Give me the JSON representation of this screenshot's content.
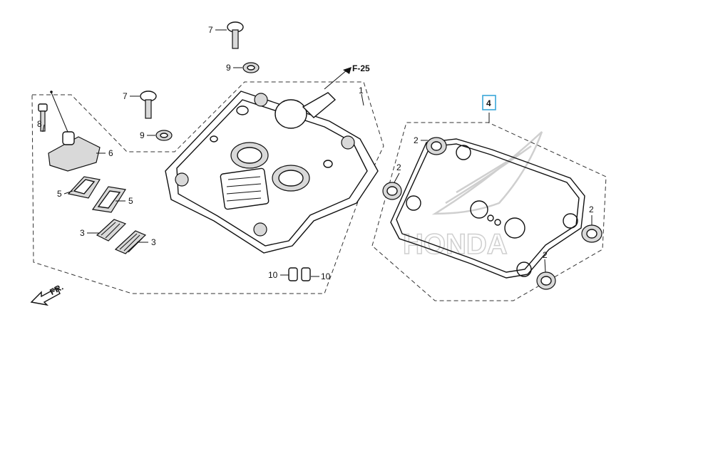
{
  "ref_section": "F-25",
  "direction": "FR.",
  "highlight_color": "#3aa7d8",
  "logo_text": "HONDA",
  "callouts": {
    "c1": "1",
    "c2a": "2",
    "c2b": "2",
    "c2c": "2",
    "c2d": "2",
    "c3a": "3",
    "c3b": "3",
    "c4": "4",
    "c5a": "5",
    "c5b": "5",
    "c6": "6",
    "c7a": "7",
    "c7b": "7",
    "c8": "8",
    "c9a": "9",
    "c9b": "9",
    "c10a": "10",
    "c10b": "10"
  }
}
